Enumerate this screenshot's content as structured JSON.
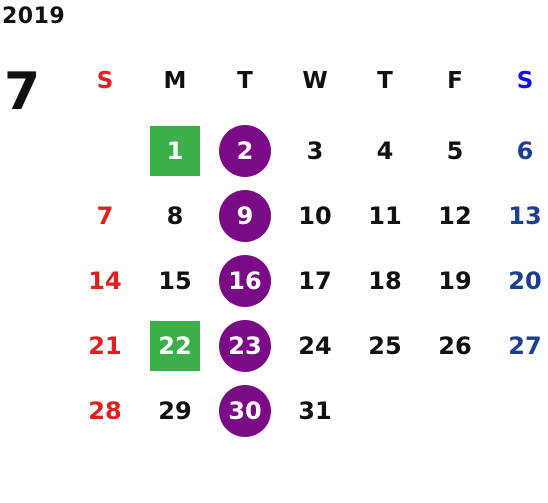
{
  "calendar": {
    "year": "2019",
    "month": "7",
    "weekdays": [
      "S",
      "M",
      "T",
      "W",
      "T",
      "F",
      "S"
    ],
    "first_weekday_offset": 1,
    "days": [
      {
        "day": "1",
        "mark": "square"
      },
      {
        "day": "2",
        "mark": "circle"
      },
      {
        "day": "3"
      },
      {
        "day": "4"
      },
      {
        "day": "5"
      },
      {
        "day": "6"
      },
      {
        "day": "7"
      },
      {
        "day": "8"
      },
      {
        "day": "9",
        "mark": "circle"
      },
      {
        "day": "10"
      },
      {
        "day": "11"
      },
      {
        "day": "12"
      },
      {
        "day": "13"
      },
      {
        "day": "14"
      },
      {
        "day": "15"
      },
      {
        "day": "16",
        "mark": "circle"
      },
      {
        "day": "17"
      },
      {
        "day": "18"
      },
      {
        "day": "19"
      },
      {
        "day": "20"
      },
      {
        "day": "21"
      },
      {
        "day": "22",
        "mark": "square"
      },
      {
        "day": "23",
        "mark": "circle"
      },
      {
        "day": "24"
      },
      {
        "day": "25"
      },
      {
        "day": "26"
      },
      {
        "day": "27"
      },
      {
        "day": "28"
      },
      {
        "day": "29"
      },
      {
        "day": "30",
        "mark": "circle"
      },
      {
        "day": "31"
      }
    ]
  },
  "colors": {
    "sunday": "#e02020",
    "saturday_header": "#1010e0",
    "saturday": "#1e3f8f",
    "square_mark": "#3bb04a",
    "circle_mark": "#7a0a86"
  }
}
